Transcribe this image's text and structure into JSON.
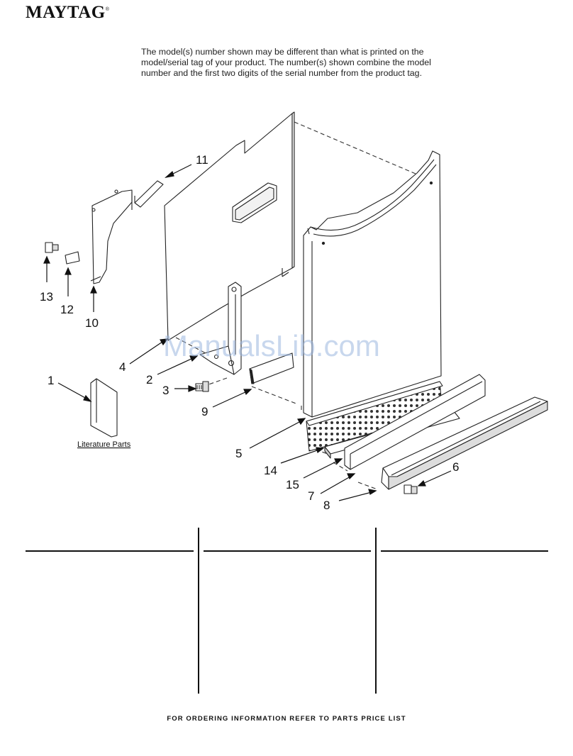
{
  "brand": {
    "name": "MAYTAG",
    "mark": "®"
  },
  "intro_lines": [
    "The model(s) number shown may be different than what is printed on the",
    "model/serial tag of your product. The number(s) shown combine the model",
    "number and the first two digits of the serial number from the product tag."
  ],
  "callouts": {
    "c1": "1",
    "c2": "2",
    "c3": "3",
    "c4": "4",
    "c5": "5",
    "c6": "6",
    "c7": "7",
    "c8": "8",
    "c9": "9",
    "c10": "10",
    "c11": "11",
    "c12": "12",
    "c13": "13",
    "c14": "14",
    "c15": "15"
  },
  "literature_label": "Literature Parts",
  "watermark": "ManualsLib.com",
  "footer": "FOR ORDERING INFORMATION REFER TO PARTS PRICE LIST",
  "colors": {
    "line": "#222222",
    "watermark": "#9cb7e0"
  }
}
